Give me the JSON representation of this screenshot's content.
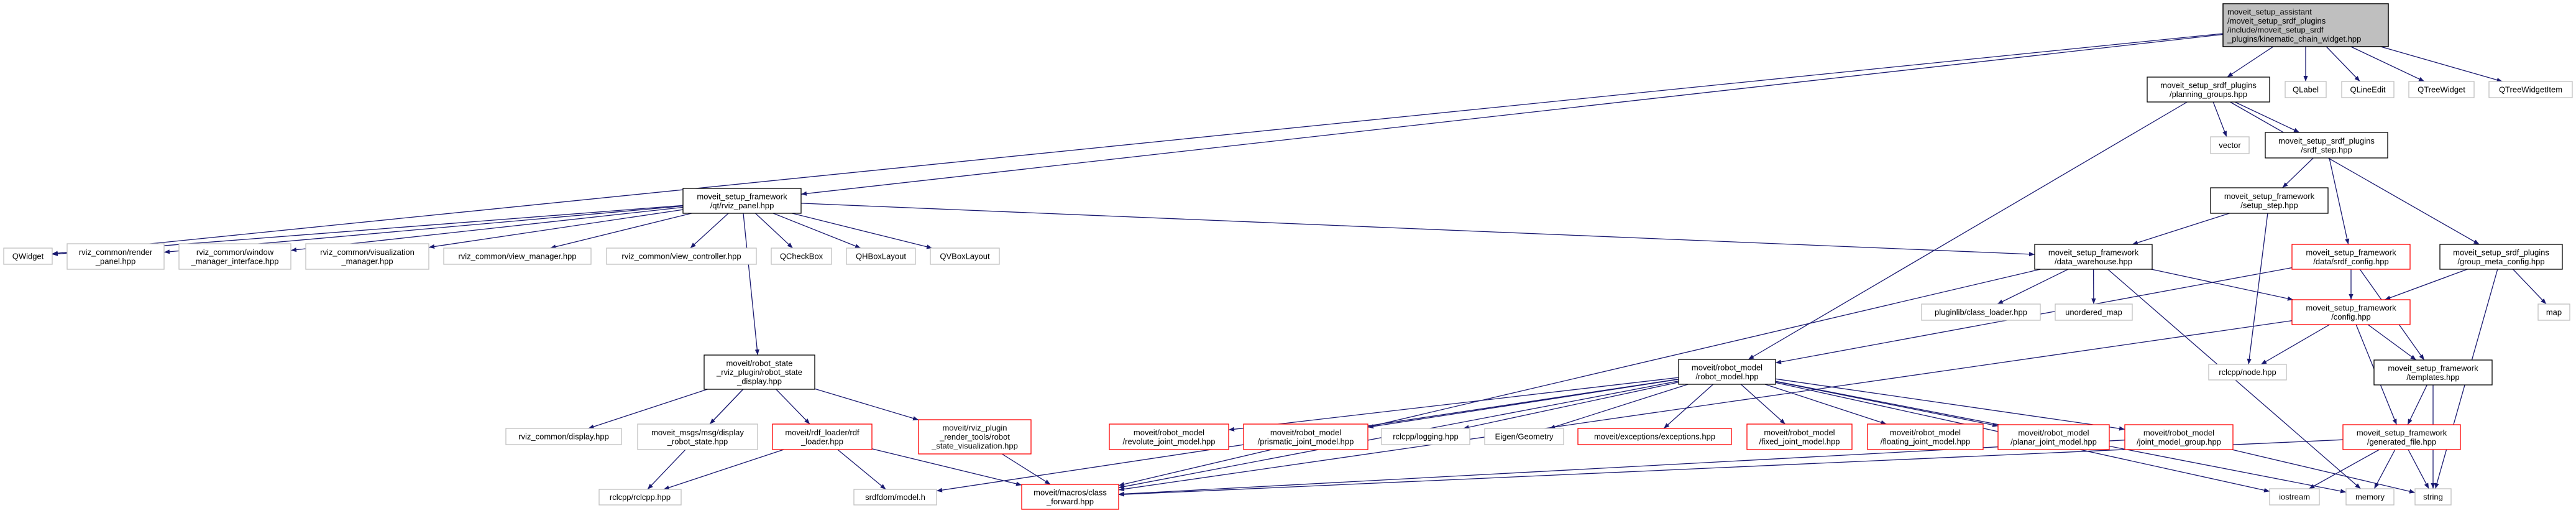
{
  "title": "moveit_setup_srdf_plugins/kinematic_chain_widget.hpp include dependency graph",
  "colors": {
    "edge": "#191970",
    "main_fill": "#bfbfbf",
    "documented_border": "#000000",
    "incomplete_border": "#ff0000",
    "external_border": "#bfbfbf"
  },
  "nodes": {
    "kcw": [
      "moveit_setup_assistant",
      "/moveit_setup_srdf_plugins",
      "/include/moveit_setup_srdf",
      "_plugins/kinematic_chain_widget.hpp"
    ],
    "pg": [
      "moveit_setup_srdf_plugins",
      "/planning_groups.hpp"
    ],
    "qlabel": [
      "QLabel"
    ],
    "qlineedit": [
      "QLineEdit"
    ],
    "qtreewidget": [
      "QTreeWidget"
    ],
    "qtreewidgetitem": [
      "QTreeWidgetItem"
    ],
    "vector": [
      "vector"
    ],
    "srdf_step": [
      "moveit_setup_srdf_plugins",
      "/srdf_step.hpp"
    ],
    "setup_step": [
      "moveit_setup_framework",
      "/setup_step.hpp"
    ],
    "data_wh": [
      "moveit_setup_framework",
      "/data_warehouse.hpp"
    ],
    "srdf_config": [
      "moveit_setup_framework",
      "/data/srdf_config.hpp"
    ],
    "gmc": [
      "moveit_setup_srdf_plugins",
      "/group_meta_config.hpp"
    ],
    "rviz_panel": [
      "moveit_setup_framework",
      "/qt/rviz_panel.hpp"
    ],
    "qwidget": [
      "QWidget"
    ],
    "render_panel": [
      "rviz_common/render",
      "_panel.hpp"
    ],
    "wmi": [
      "rviz_common/window",
      "_manager_interface.hpp"
    ],
    "vis_mgr": [
      "rviz_common/visualization",
      "_manager.hpp"
    ],
    "view_mgr": [
      "rviz_common/view_manager.hpp"
    ],
    "view_ctrl": [
      "rviz_common/view_controller.hpp"
    ],
    "qcheckbox": [
      "QCheckBox"
    ],
    "qhbox": [
      "QHBoxLayout"
    ],
    "qvbox": [
      "QVBoxLayout"
    ],
    "rsd": [
      "moveit/robot_state",
      "_rviz_plugin/robot_state",
      "_display.hpp"
    ],
    "display": [
      "rviz_common/display.hpp"
    ],
    "drs": [
      "moveit_msgs/msg/display",
      "_robot_state.hpp"
    ],
    "rdf_loader": [
      "moveit/rdf_loader/rdf",
      "_loader.hpp"
    ],
    "render_tools": [
      "moveit/rviz_plugin",
      "_render_tools/robot",
      "_state_visualization.hpp"
    ],
    "revolute": [
      "moveit/robot_model",
      "/revolute_joint_model.hpp"
    ],
    "prismatic": [
      "moveit/robot_model",
      "/prismatic_joint_model.hpp"
    ],
    "logging": [
      "rclcpp/logging.hpp"
    ],
    "eigen": [
      "Eigen/Geometry"
    ],
    "exceptions": [
      "moveit/exceptions/exceptions.hpp"
    ],
    "fixed": [
      "moveit/robot_model",
      "/fixed_joint_model.hpp"
    ],
    "floating": [
      "moveit/robot_model",
      "/floating_joint_model.hpp"
    ],
    "planar": [
      "moveit/robot_model",
      "/planar_joint_model.hpp"
    ],
    "jmg": [
      "moveit/robot_model",
      "/joint_model_group.hpp"
    ],
    "robot_model": [
      "moveit/robot_model",
      "/robot_model.hpp"
    ],
    "pluginlib": [
      "pluginlib/class_loader.hpp"
    ],
    "unordered_map": [
      "unordered_map"
    ],
    "config": [
      "moveit_setup_framework",
      "/config.hpp"
    ],
    "map": [
      "map"
    ],
    "rclcpp_node": [
      "rclcpp/node.hpp"
    ],
    "templates": [
      "moveit_setup_framework",
      "/templates.hpp"
    ],
    "generated": [
      "moveit_setup_framework",
      "/generated_file.hpp"
    ],
    "rclcpp": [
      "rclcpp/rclcpp.hpp"
    ],
    "srdfdom": [
      "srdfdom/model.h"
    ],
    "class_fwd": [
      "moveit/macros/class",
      "_forward.hpp"
    ],
    "iostream": [
      "iostream"
    ],
    "memory": [
      "memory"
    ],
    "string": [
      "string"
    ]
  },
  "edges": [
    [
      "kcw",
      "pg"
    ],
    [
      "kcw",
      "qlabel"
    ],
    [
      "kcw",
      "qlineedit"
    ],
    [
      "kcw",
      "qtreewidget"
    ],
    [
      "kcw",
      "qtreewidgetitem"
    ],
    [
      "kcw",
      "qwidget"
    ],
    [
      "kcw",
      "rviz_panel"
    ],
    [
      "pg",
      "vector"
    ],
    [
      "pg",
      "srdf_step"
    ],
    [
      "pg",
      "gmc"
    ],
    [
      "pg",
      "robot_model"
    ],
    [
      "srdf_step",
      "setup_step"
    ],
    [
      "srdf_step",
      "srdf_config"
    ],
    [
      "setup_step",
      "data_wh"
    ],
    [
      "setup_step",
      "rclcpp_node"
    ],
    [
      "rviz_panel",
      "qwidget"
    ],
    [
      "rviz_panel",
      "render_panel"
    ],
    [
      "rviz_panel",
      "wmi"
    ],
    [
      "rviz_panel",
      "vis_mgr"
    ],
    [
      "rviz_panel",
      "view_mgr"
    ],
    [
      "rviz_panel",
      "view_ctrl"
    ],
    [
      "rviz_panel",
      "qcheckbox"
    ],
    [
      "rviz_panel",
      "qhbox"
    ],
    [
      "rviz_panel",
      "qvbox"
    ],
    [
      "rviz_panel",
      "rsd"
    ],
    [
      "rviz_panel",
      "data_wh"
    ],
    [
      "data_wh",
      "pluginlib"
    ],
    [
      "data_wh",
      "unordered_map"
    ],
    [
      "data_wh",
      "config"
    ],
    [
      "data_wh",
      "memory"
    ],
    [
      "data_wh",
      "class_fwd"
    ],
    [
      "srdf_config",
      "config"
    ],
    [
      "srdf_config",
      "templates"
    ],
    [
      "srdf_config",
      "robot_model"
    ],
    [
      "gmc",
      "config"
    ],
    [
      "gmc",
      "map"
    ],
    [
      "gmc",
      "string"
    ],
    [
      "config",
      "rclcpp_node"
    ],
    [
      "config",
      "templates"
    ],
    [
      "config",
      "generated"
    ],
    [
      "config",
      "class_fwd"
    ],
    [
      "templates",
      "generated"
    ],
    [
      "templates",
      "string"
    ],
    [
      "generated",
      "iostream"
    ],
    [
      "generated",
      "memory"
    ],
    [
      "generated",
      "string"
    ],
    [
      "generated",
      "class_fwd"
    ],
    [
      "rsd",
      "display"
    ],
    [
      "rsd",
      "drs"
    ],
    [
      "rsd",
      "rdf_loader"
    ],
    [
      "rsd",
      "render_tools"
    ],
    [
      "rsd",
      "rclcpp"
    ],
    [
      "rdf_loader",
      "rclcpp"
    ],
    [
      "rdf_loader",
      "srdfdom"
    ],
    [
      "rdf_loader",
      "class_fwd"
    ],
    [
      "render_tools",
      "class_fwd"
    ],
    [
      "robot_model",
      "srdfdom"
    ],
    [
      "robot_model",
      "class_fwd"
    ],
    [
      "robot_model",
      "revolute"
    ],
    [
      "robot_model",
      "prismatic"
    ],
    [
      "robot_model",
      "logging"
    ],
    [
      "robot_model",
      "eigen"
    ],
    [
      "robot_model",
      "exceptions"
    ],
    [
      "robot_model",
      "fixed"
    ],
    [
      "robot_model",
      "floating"
    ],
    [
      "robot_model",
      "planar"
    ],
    [
      "robot_model",
      "jmg"
    ],
    [
      "robot_model",
      "iostream"
    ],
    [
      "robot_model",
      "memory"
    ],
    [
      "jmg",
      "class_fwd"
    ],
    [
      "jmg",
      "string"
    ]
  ]
}
